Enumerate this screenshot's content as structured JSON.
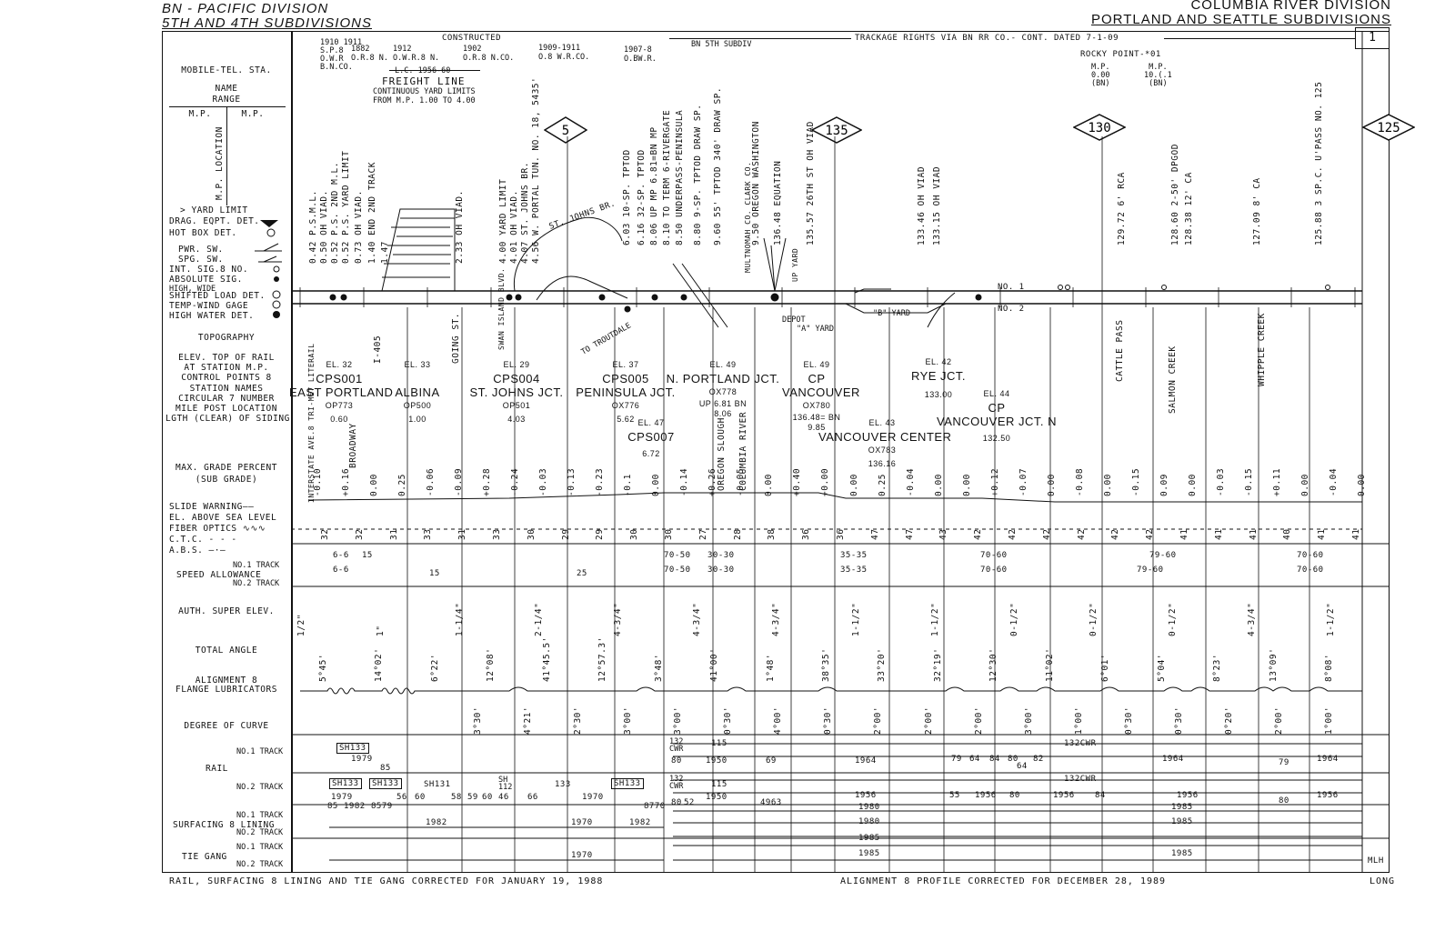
{
  "header": {
    "left_line1": "BN - PACIFIC DIVISION",
    "left_line2": "5TH AND 4TH SUBDIVISIONS",
    "right_line1": "COLUMBIA RIVER DIVISION",
    "right_line2": "PORTLAND AND SEATTLE SUBDIVISIONS",
    "page_number": "1",
    "trackage_rights": "TRACKAGE RIGHTS VIA BN RR CO.- CONT. DATED 7-1-09",
    "bn_5th_subdiv": "BN 5TH SUBDIV",
    "constructed": "CONSTRUCTED",
    "freight_line": "FREIGHT LINE",
    "yard_limits_note_1": "CONTINUOUS YARD LIMITS",
    "yard_limits_note_2": "FROM M.P. 1.00 TO 4.00",
    "lc_note": "L.C. 1956-60",
    "rocky_point": "ROCKY POINT-*01",
    "mp_a": "M.P.",
    "mp_a_val": "0.00",
    "mp_a_rr": "(BN)",
    "mp_b": "M.P.",
    "mp_b_val": "10.(.1",
    "mp_b_rr": "(BN)",
    "construction_dates": [
      {
        "years": "1910 1911",
        "rr": "S.P.8 O.W.R B.N.CO."
      },
      {
        "years": "1882",
        "rr": "O.R.8 N."
      },
      {
        "years": "1912",
        "rr": "O.W.R.8 N."
      },
      {
        "years": "1902",
        "rr": "O.R.8 N.CO."
      },
      {
        "years": "1909-1911",
        "rr": "O.8 W.R.CO."
      },
      {
        "years": "1907-8",
        "rr": "O.BW.R."
      }
    ]
  },
  "legend": {
    "mobile_tel": "MOBILE-TEL. STA.",
    "name": "NAME",
    "range": "RANGE",
    "mp_left": "M.P.",
    "mp_right": "M.P.",
    "mp_location": "M.P. LOCATION",
    "yard_limit": "YARD LIMIT",
    "drag_eqpt": "DRAG. EQPT. DET.",
    "hot_box": "HOT BOX DET.",
    "pwr_sw": "PWR. SW.",
    "spg_sw": "SPG. SW.",
    "int_sig": "INT. SIG.8 NO.",
    "abs_sig": "ABSOLUTE SIG.",
    "high_wide": "HIGH, WIDE",
    "shifted_load": "SHIFTED LOAD DET.",
    "temp_wind": "TEMP-WIND GAGE",
    "high_water": "HIGH WATER DET.",
    "topography": "TOPOGRAPHY",
    "elev_1": "ELEV. TOP OF RAIL",
    "elev_2": "AT STATION M.P.",
    "elev_3": "CONTROL POINTS 8",
    "elev_4": "STATION NAMES",
    "elev_5": "CIRCULAR 7 NUMBER",
    "elev_6": "MILE POST LOCATION",
    "elev_7": "LGTH (CLEAR) OF SIDING",
    "max_grade_1": "MAX. GRADE PERCENT",
    "max_grade_2": "(SUB GRADE)",
    "slide_warning": "SLIDE WARNING",
    "el_above_sea": "EL. ABOVE SEA LEVEL",
    "fiber_optics": "FIBER OPTICS",
    "ctc": "C.T.C.",
    "abs": "A.B.S.",
    "speed_1": "SPEED ALLOWANCE",
    "no1_track": "NO.1 TRACK",
    "no2_track": "NO.2 TRACK",
    "auth_super": "AUTH. SUPER ELEV.",
    "total_angle": "TOTAL ANGLE",
    "alignment_1": "ALIGNMENT 8",
    "alignment_2": "FLANGE LUBRICATORS",
    "degree_curve": "DEGREE OF CURVE",
    "rail": "RAIL",
    "surfacing": "SURFACING 8 LINING",
    "tie_gang": "TIE GANG"
  },
  "stations": [
    {
      "el": "EL. 32",
      "cp": "CPS001",
      "name": "EAST PORTLAND",
      "code": "OP773",
      "mp": "0.60"
    },
    {
      "el": "EL. 33",
      "cp": "",
      "name": "ALBINA",
      "code": "OP500",
      "mp": "1.00"
    },
    {
      "el": "EL. 29",
      "cp": "CPS004",
      "name": "ST. JOHNS JCT.",
      "code": "OP501",
      "mp": "4.03"
    },
    {
      "el": "EL. 37",
      "cp": "CPS005",
      "name": "PENINSULA JCT.",
      "code": "OX776",
      "mp": "5.62"
    },
    {
      "el": "EL. 47",
      "cp": "CPS007",
      "name": "",
      "code": "",
      "mp": "6.72"
    },
    {
      "el": "EL. 49",
      "cp": "",
      "name": "N. PORTLAND JCT.",
      "code": "OX778",
      "mp": "UP 6.81 BN 8.06"
    },
    {
      "el": "EL. 49",
      "cp": "CP",
      "name": "VANCOUVER",
      "code": "OX780",
      "mp": "136.48= BN 9.85"
    },
    {
      "el": "EL. 43",
      "cp": "",
      "name": "VANCOUVER CENTER",
      "code": "OX783",
      "mp": "136.16"
    },
    {
      "el": "EL. 42",
      "cp": "",
      "name": "RYE JCT.",
      "code": "",
      "mp": "133.00"
    },
    {
      "el": "EL. 44",
      "cp": "CP",
      "name": "VANCOUVER JCT. N",
      "code": "",
      "mp": "132.50"
    }
  ],
  "route_markers": [
    "5",
    "135",
    "130",
    "125"
  ],
  "mp_labels": [
    "0.42 P.S.M.L.",
    "0.50 OH VIAD.",
    "0.52 P.S. 2ND M.L.",
    "0.52 P.S. YARD LIMIT",
    "0.73 OH VIAD.",
    "1.40 END 2ND TRACK",
    "1.47",
    "2.33 OH VIAD.",
    "4.00 YARD LIMIT",
    "4.01 OH VIAD.",
    "4.07 ST. JOHNS BR.",
    "4.56 W. PORTAL TUN. NO. 18, 5435'",
    "6.03 10-SP. TPTOD",
    "6.16 32-SP. TPTOD",
    "8.06 UP MP 6.81=BN MP",
    "8.10 TO TERM 6-RIVERGATE",
    "8.50 UNDERPASS-PENINSULA",
    "8.80 9-SP. TPTOD DRAW SP.",
    "9.60 55' TPTOD 340' DRAW SP.",
    "9.50 OREGON WASHINGTON",
    "136.48 EQUATION",
    "135.57 26TH ST OH VIAD",
    "133.46 OH VIAD",
    "133.15 OH VIAD",
    "129.72 6' RCA",
    "128.60 2-50' DPGOD",
    "128.38 12' CA",
    "127.09 8' CA",
    "125.88 3 SP.C. U'PASS NO. 125"
  ],
  "places": {
    "depot": "DEPOT",
    "a_yard": "\"A\" YARD",
    "b_yard": "\"B\" YARD",
    "no1": "NO. 1",
    "no2": "NO. 2",
    "st_johns_br": "ST. JOHNS BR.",
    "to_troutdale": "TO TROUTDALE",
    "cattle_pass": "CATTLE PASS",
    "salmon_creek": "SALMON CREEK",
    "whipple_creek": "WHIPPLE CREEK",
    "oregon_slough": "OREGON SLOUGH",
    "columbia_river": "COLUMBIA RIVER",
    "interstate": "INTERSTATE AVE.8 TRI-MET LITERAIL",
    "broadway": "BROADWAY",
    "going_st": "GOING ST.",
    "swan_island": "SWAN ISLAND BLVD.",
    "i405": "I-405",
    "multnomah": "MULTNOMAH CO. CLARK CO.",
    "up_yard": "UP YARD"
  },
  "grades": [
    "-0.10",
    "+0.16",
    "0.00",
    "0.25",
    "-0.06",
    "-0.09",
    "+0.28",
    "-0.24",
    "-0.03",
    "-0.13",
    "-0.23",
    "-0.1",
    "0.00",
    "-0.14",
    "+0.26",
    "-0.05",
    "0.00",
    "+0.40",
    "+0.00",
    "0.00",
    "0.25",
    "-0.04",
    "0.00",
    "0.00",
    "+0.12",
    "-0.07",
    "0.00",
    "-0.08",
    "0.00",
    "-0.15",
    "0.09",
    "0.00",
    "-0.03",
    "-0.15",
    "+0.11",
    "0.00",
    "-0.04",
    "0.00"
  ],
  "elevations": [
    "32",
    "32",
    "31",
    "33",
    "31",
    "33",
    "30",
    "29",
    "29",
    "30",
    "30",
    "27",
    "28",
    "38",
    "36",
    "36",
    "47",
    "47",
    "43",
    "42",
    "42",
    "42",
    "42",
    "42",
    "42",
    "41",
    "41",
    "41",
    "40",
    "41",
    "41"
  ],
  "speeds": {
    "no1": [
      "6-6",
      "15",
      "70-50",
      "30-30",
      "35-35",
      "70-60",
      "79-60",
      "70-60"
    ],
    "no2": [
      "6-6",
      "15",
      "25",
      "70-50",
      "30-30",
      "35-35",
      "70-60",
      "79-60",
      "70-60"
    ]
  },
  "super_elev": [
    "1/2\"",
    "1\"",
    "1-1/4\"",
    "2-1/4\"",
    "4-3/4\"",
    "4-3/4\"",
    "4-3/4\"",
    "1-1/2\"",
    "1-1/2\"",
    "0-1/2\"",
    "0-1/2\"",
    "0-1/2\"",
    "4-3/4\"",
    "1-1/2\""
  ],
  "total_angle": [
    "5°45'",
    "14°02'",
    "6°22'",
    "12°08'",
    "41°45.5'",
    "12°57.3'",
    "3°48'",
    "41°00'",
    "1°48'",
    "38°35'",
    "33°20'",
    "32°19'",
    "12°30'",
    "11°02'",
    "6°01'",
    "5°04'",
    "8°23'",
    "13°09'",
    "8°08'"
  ],
  "degree_curve": [
    "3°30'",
    "4°21'",
    "2°30'",
    "3°00'",
    "3°00'",
    "0°30'",
    "4°00'",
    "0°30'",
    "2°00'",
    "2°00'",
    "2°00'",
    "3°00'",
    "1°00'",
    "0°30'",
    "0°30'",
    "0°20'",
    "2°00'",
    "1°00'"
  ],
  "rail": {
    "no1": [
      "SH133",
      "1979",
      "85",
      "132 CWR",
      "80",
      "115",
      "1950",
      "69",
      "1964",
      "79",
      "64",
      "84",
      "80",
      "64",
      "82",
      "132CWR",
      "1964",
      "79",
      "1964"
    ],
    "no2": [
      "SH133",
      "SH133",
      "SH131",
      "SH 112",
      "133",
      "SH133",
      "132 CWR",
      "115",
      "1950",
      "132CWR",
      "1979",
      "1982",
      "8579",
      "85",
      "56",
      "60",
      "58",
      "59",
      "60",
      "46",
      "66",
      "1970",
      "8770",
      "80",
      "52",
      "4963",
      "1956",
      "55",
      "1956",
      "80",
      "1956",
      "84",
      "1956",
      "80",
      "1956"
    ]
  },
  "surfacing": [
    "1982",
    "1970",
    "1982",
    "1980",
    "1980",
    "1985",
    "1985"
  ],
  "tie_gang": [
    "1970",
    "1985",
    "1985",
    "1985"
  ],
  "footer": {
    "left": "RAIL, SURFACING 8 LINING AND TIE GANG CORRECTED FOR JANUARY 19, 1988",
    "center": "ALIGNMENT 8 PROFILE CORRECTED FOR DECEMBER 28, 1989",
    "right": "LONG",
    "initials": "MLH"
  }
}
